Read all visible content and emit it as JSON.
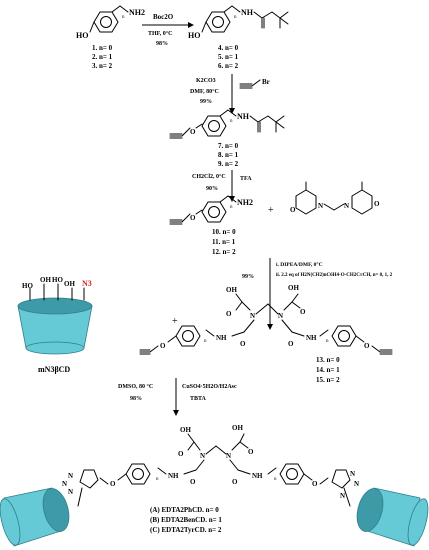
{
  "step1": {
    "start_amine": {
      "chain": "n",
      "group": "NH2",
      "ring_sub": "HO"
    },
    "start_labels": [
      "1. n= 0",
      "2. n= 1",
      "3. n= 2"
    ],
    "reagent": "Boc2O",
    "conditions": "THF, 0°C",
    "yield": "98%",
    "product": {
      "chain": "n",
      "group": "NH",
      "ring_sub": "HO"
    },
    "product_labels": [
      "4. n= 0",
      "5. n= 1",
      "6. n= 2"
    ]
  },
  "step2": {
    "reagents": "K2CO3",
    "conditions": "DMF, 80°C",
    "yield": "99%",
    "alkyl_halide": "Br",
    "product": {
      "chain": "n",
      "group": "NH"
    },
    "product_labels": [
      "7. n= 0",
      "8. n= 1",
      "9. n= 2"
    ]
  },
  "step3": {
    "conditions": "CH2Cl2, 0°C",
    "reagent": "TFA",
    "yield": "90%",
    "product": {
      "chain": "n",
      "group": "NH2"
    },
    "product_labels": [
      "10. n= 0",
      "11. n= 1",
      "12. n= 2"
    ],
    "plus": "+",
    "anhydride": {
      "n_label": "N",
      "o_label": "O"
    }
  },
  "step4": {
    "yield": "99%",
    "condition_i": "i. DIPEA/DMF, 0°C",
    "condition_ii": "ii. 2.2 eq of H2N(CH2)nC6H4-O-CH2C≡CH, n= 0, 1, 2",
    "cd_label": "mN3βCD",
    "cd_hydroxyls": [
      "HO",
      "OH",
      "HO",
      "OH",
      "N3"
    ],
    "plus": "+",
    "product": {
      "acid": "OH",
      "carbonyl": "O",
      "amine": "N",
      "amide": "NH",
      "chain": "n"
    },
    "product_labels": [
      "13. n= 0",
      "14. n= 1",
      "15. n= 2"
    ]
  },
  "step5": {
    "conditions": "DMSO, 80 °C",
    "yield": "98%",
    "catalyst": "CuSO4·5H2O/H2Asc",
    "ligand": "TBTA",
    "final_labels": [
      "(A) EDTA2PhCD.  n= 0",
      "(B) EDTA2BenCD. n= 1",
      "(C) EDTA2TyrCD.  n= 2"
    ],
    "triazole_label": "N",
    "amide": "NH",
    "acid": "OH",
    "carbonyl": "O",
    "chain": "n"
  },
  "colors": {
    "cup_fill": "#66c9d6",
    "cup_stroke": "#2f7f8a",
    "n3_color": "#d8232a"
  }
}
